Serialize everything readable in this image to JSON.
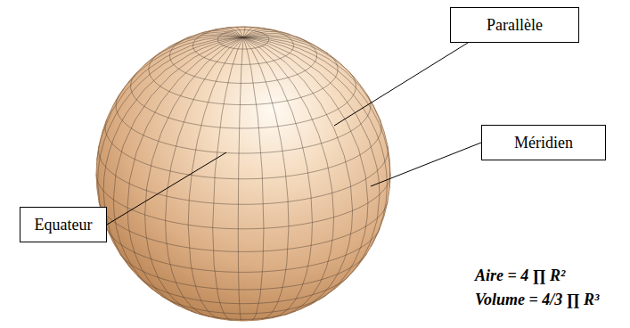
{
  "diagram": {
    "nodes": [
      {
        "text": [
          "Parallèle"
        ]
      },
      {
        "text": [
          "Méridien"
        ]
      },
      {
        "text": [
          "Equateur"
        ]
      }
    ],
    "labels": [
      "Aire = 4 ∏ R²",
      "Volume = 4/3 ∏ R³"
    ]
  }
}
